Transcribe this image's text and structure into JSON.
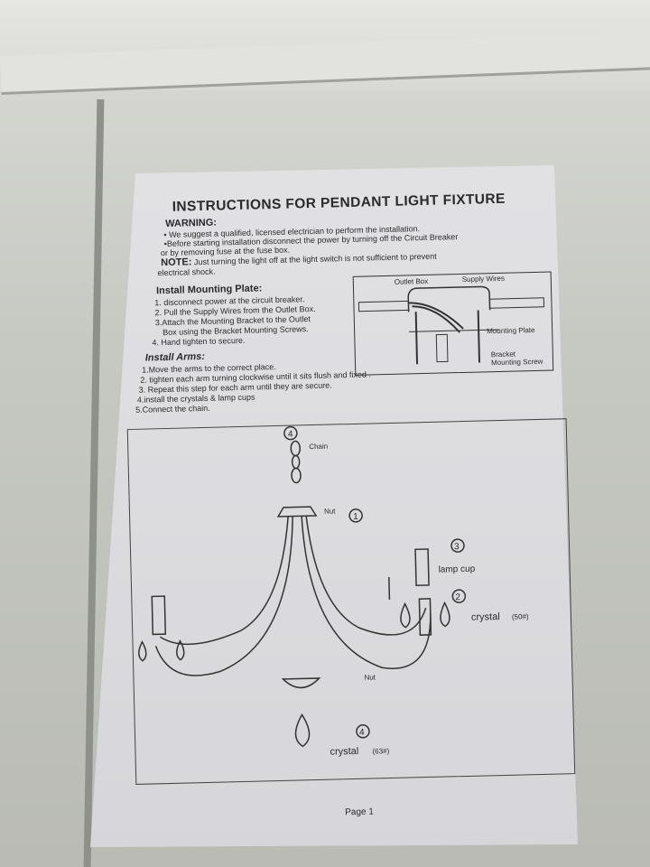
{
  "title": "INSTRUCTIONS FOR PENDANT LIGHT FIXTURE",
  "warning": {
    "heading": "WARNING:",
    "lines": [
      "• We suggest a qualified, licensed electrician to perform the installation.",
      "•Before starting installation disconnect the power by turning off the Circuit Breaker",
      "or by removing fuse at the fuse box."
    ],
    "note_label": "NOTE:",
    "note_text": " Just turning the light off at the light switch is not sufficient to prevent",
    "note_cont": "electrical shock."
  },
  "mounting": {
    "heading": "Install Mounting Plate:",
    "steps": [
      "1. disconnect power at the circuit breaker.",
      "2. Pull the Supply Wires from the Outlet Box.",
      "3.Attach the  Mounting Bracket to the Outlet",
      "Box using the Bracket Mounting Screws.",
      "4. Hand tighten to secure."
    ],
    "diagram_labels": {
      "outlet_box": "Outlet Box",
      "supply_wires": "Supply Wires",
      "mounting_plate": "Mounting Plate",
      "bracket1": "Bracket",
      "bracket2": "Mounting Screw"
    }
  },
  "arms": {
    "heading": "Install Arms:",
    "steps": [
      "1.Move the arms to the correct place.",
      "2. tighten each arm turning clockwise until it sits flush and fixed .",
      "3. Repeat this step for each arm until they are secure.",
      "4.install the crystals & lamp cups",
      "5.Connect the chain."
    ]
  },
  "fixture_diagram": {
    "chain": "Chain",
    "chain_num": "4",
    "nut_top": "Nut",
    "nut_top_num": "1",
    "lamp_cup": "lamp cup",
    "lamp_cup_num": "3",
    "crystal_side": "crystal",
    "crystal_side_count": "(50#)",
    "crystal_side_num": "2",
    "nut_bottom": "Nut",
    "crystal_bottom": "crystal",
    "crystal_bottom_count": "(63#)",
    "crystal_bottom_num": "4"
  },
  "footer": {
    "page": "Page 1"
  }
}
